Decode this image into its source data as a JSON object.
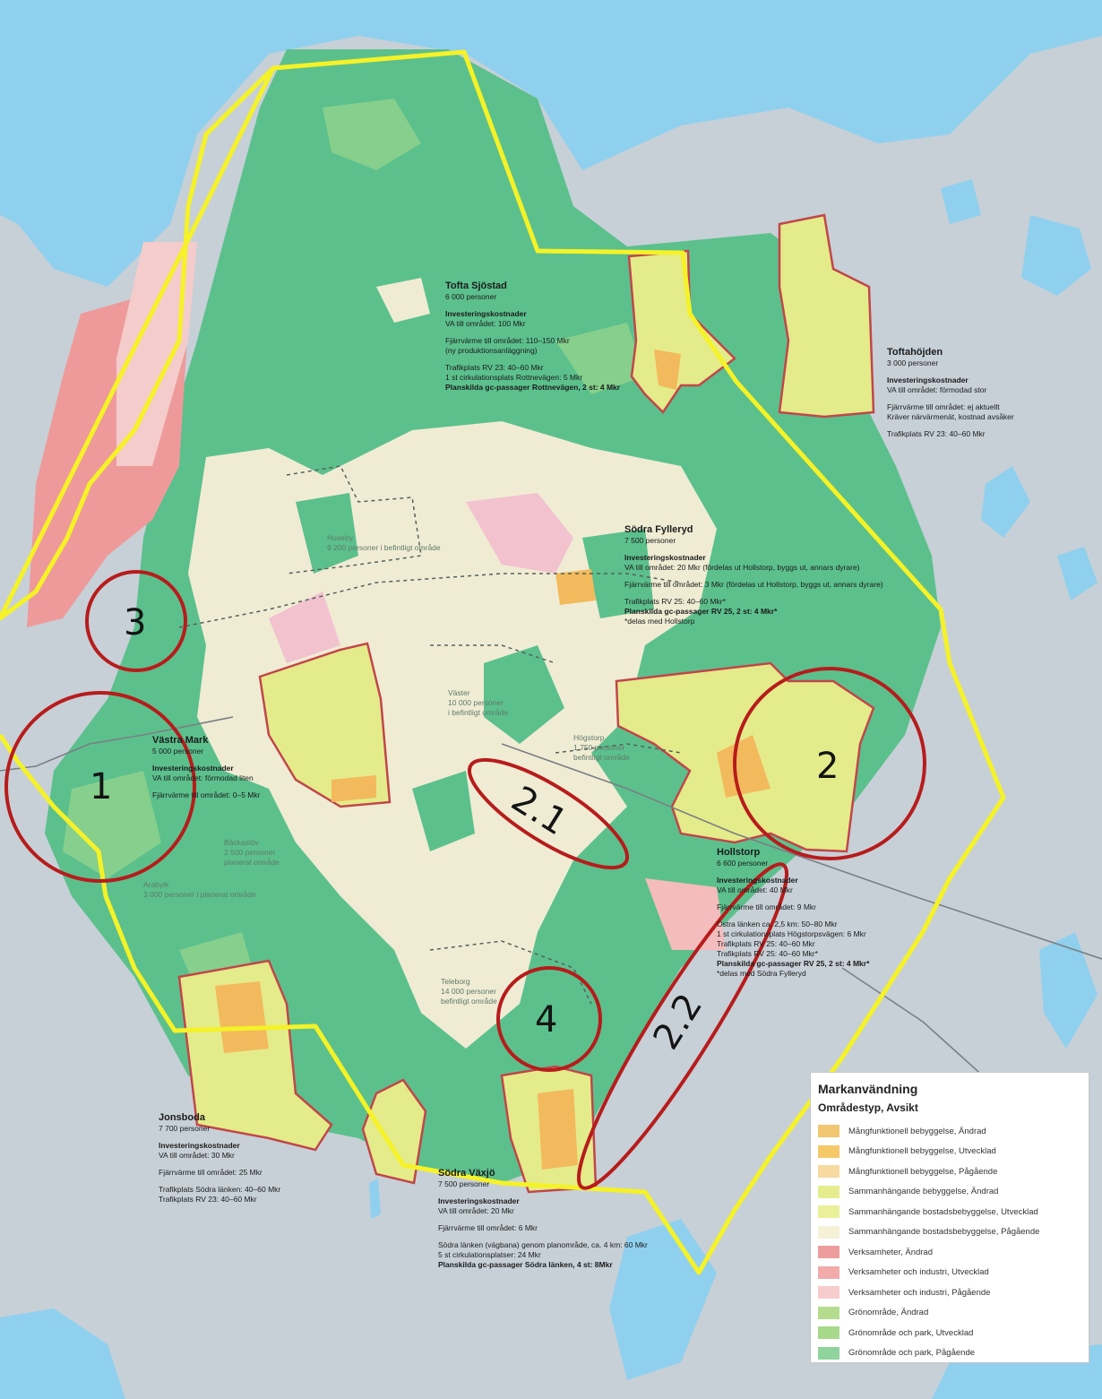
{
  "areas": {
    "tofta_sjostad": {
      "name": "Tofta Sjöstad",
      "lines": [
        "6 000 personer",
        "",
        "Investeringskostnader",
        "VA till området: 100 Mkr",
        "",
        "Fjärrvärme till området: 110–150 Mkr",
        "(ny produktionsanläggning)",
        "",
        "Trafikplats RV 23: 40–60 Mkr",
        "1 st cirkulationsplats Rottnevägen: 5 Mkr",
        "Planskilda gc-passager Rottnevägen, 2 st: 4 Mkr"
      ]
    },
    "toftahojden": {
      "name": "Toftahöjden",
      "lines": [
        "3 000 personer",
        "",
        "Investeringskostnader",
        "VA till området: förmodad stor",
        "",
        "Fjärrvärme till området: ej aktuellt",
        "Kräver närvärmenät, kostnad avsåker",
        "",
        "Trafikplats RV 23: 40–60 Mkr"
      ]
    },
    "sodra_fylleryd": {
      "name": "Södra Fylleryd",
      "lines": [
        "7 500 personer",
        "",
        "Investeringskostnader",
        "VA till området: 20 Mkr (fördelas ut Hollstorp, byggs ut, annars dyrare)",
        "",
        "Fjärrvärme till området: 3 Mkr (fördelas ut Hollstorp, byggs ut, annars dyrare)",
        "",
        "Trafikplats RV 25: 40–60 Mkr*",
        "Planskilda gc-passager RV 25, 2 st: 4 Mkr*",
        "*delas med Hollstorp"
      ]
    },
    "vastra_mark": {
      "name": "Västra Mark",
      "lines": [
        "5 000 personer",
        "",
        "Investeringskostnader",
        "VA till området: förmodad liten",
        "",
        "Fjärrvärme till området: 0–5 Mkr"
      ]
    },
    "hollstorp": {
      "name": "Hollstorp",
      "lines": [
        "6 600 personer",
        "",
        "Investeringskostnader",
        "VA till området: 40 Mkr",
        "",
        "Fjärrvärme till området: 9 Mkr",
        "",
        "Östra länken ca. 2,5 km: 50–80 Mkr",
        "1 st cirkulationsplats Högstorpsvägen: 6 Mkr",
        "Trafikplats RV 25: 40–60 Mkr",
        "Trafikplats RV 25: 40–60 Mkr*",
        "Planskilda gc-passager RV 25, 2 st: 4 Mkr*",
        "*delas med Södra Fylleryd"
      ]
    },
    "jonsboda": {
      "name": "Jonsboda",
      "lines": [
        "7 700 personer",
        "",
        "Investeringskostnader",
        "VA till området: 30 Mkr",
        "",
        "Fjärrvärme till området: 25 Mkr",
        "",
        "Trafikplats Södra länken: 40–60 Mkr",
        "Trafikplats RV 23: 40–60 Mkr"
      ]
    },
    "sodra_vaxjo": {
      "name": "Södra Växjö",
      "lines": [
        "7 500 personer",
        "",
        "Investeringskostnader",
        "VA till området: 20 Mkr",
        "",
        "Fjärrvärme till området: 6 Mkr",
        "",
        "Södra länken (vägbana) genom planområde, ca. 4 km: 60 Mkr",
        "5 st cirkulationsplatser: 24 Mkr",
        "Planskilda gc-passager Södra länken, 4 st: 8Mkr"
      ]
    }
  },
  "faded_labels": {
    "huseby": [
      "Huseby",
      "9 200 personer i befintligt område"
    ],
    "vaster": [
      "Väster",
      "10 000 personer",
      "i befintligt område"
    ],
    "hogstorp": [
      "Högstorp",
      "1 750 personer",
      "befintligt område"
    ],
    "backaslov": [
      "Bäckaslöv",
      "2 500 personer",
      "planerat område"
    ],
    "arabylk": [
      "Arabylk",
      "3 000 personer i planerat område"
    ],
    "teleborg": [
      "Teleborg",
      "14 000 personer",
      "befintligt område"
    ]
  },
  "markers": [
    "1",
    "2",
    "2.1",
    "2.2",
    "3",
    "4"
  ],
  "legend": {
    "title": "Markanvändning",
    "subtitle": "Områdestyp, Avsikt",
    "items": [
      {
        "label": "Mångfunktionell bebyggelse, Ändrad",
        "color": "#f2c772"
      },
      {
        "label": "Mångfunktionell bebyggelse, Utvecklad",
        "color": "#f5c86a"
      },
      {
        "label": "Mångfunktionell bebyggelse, Pågående",
        "color": "#f8d9a0"
      },
      {
        "label": "Sammanhängande bebyggelse, Ändrad",
        "color": "#e5ec8e"
      },
      {
        "label": "Sammanhängande bostadsbebyggelse, Utvecklad",
        "color": "#eaf09a"
      },
      {
        "label": "Sammanhängande bostadsbebyggelse, Pågående",
        "color": "#f4f1d6"
      },
      {
        "label": "Verksamheter, Ändrad",
        "color": "#ee9d9d"
      },
      {
        "label": "Verksamheter och industri, Utvecklad",
        "color": "#f2aaaa"
      },
      {
        "label": "Verksamheter och industri, Pågående",
        "color": "#f6cccc"
      },
      {
        "label": "Grönområde, Ändrad",
        "color": "#b5dc8e"
      },
      {
        "label": "Grönområde och park, Utvecklad",
        "color": "#a7d98a"
      },
      {
        "label": "Grönområde och park, Pågående",
        "color": "#8fd39d"
      }
    ]
  }
}
